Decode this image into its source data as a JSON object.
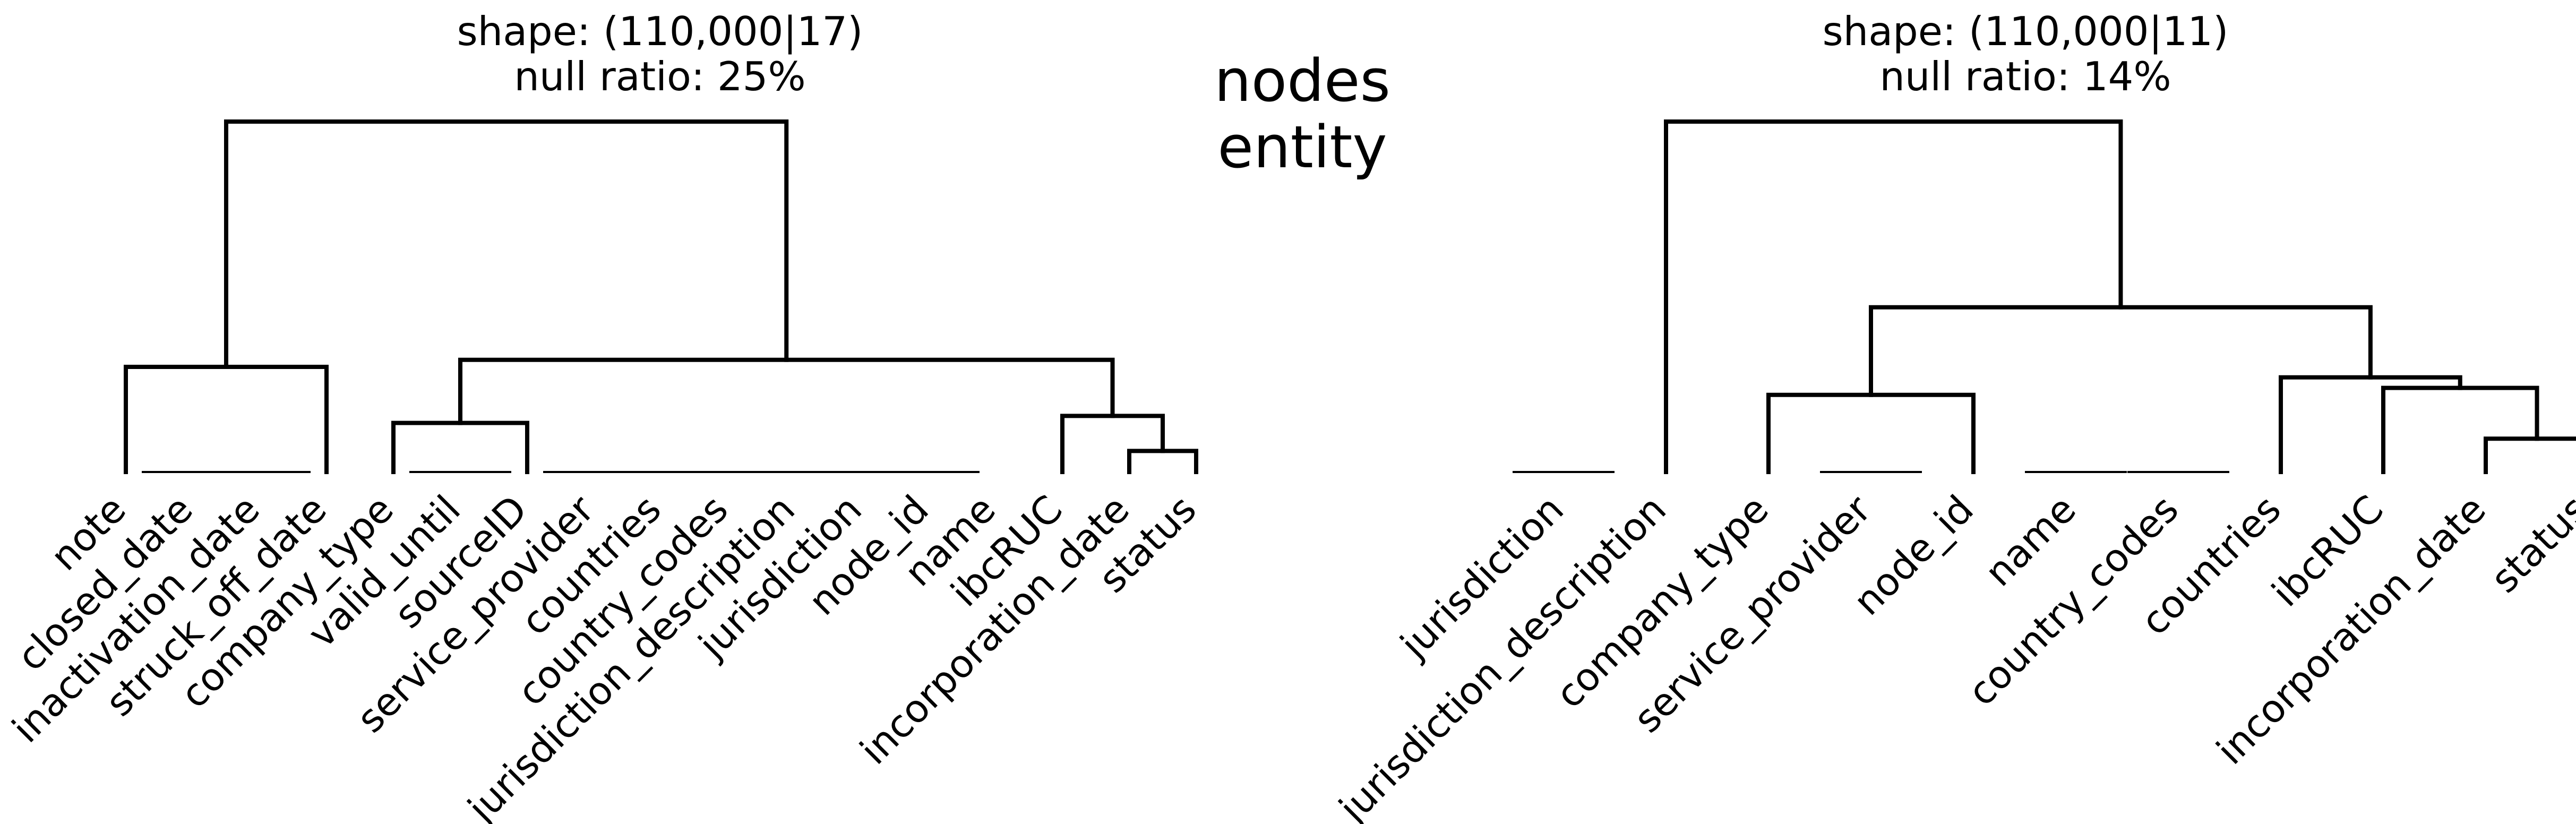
{
  "figure_title": [
    "nodes",
    "entity"
  ],
  "chart_data": [
    {
      "type": "dendrogram",
      "subtitle": [
        "shape: (110,000|17)",
        "null ratio: 25%"
      ],
      "shape": [
        110000,
        17
      ],
      "null_ratio_pct": 25,
      "leaves": [
        "note",
        "closed_date",
        "inactivation_date",
        "struck_off_date",
        "company_type",
        "valid_until",
        "sourceID",
        "service_provider",
        "countries",
        "country_codes",
        "jurisdiction_description",
        "jurisdiction",
        "node_id",
        "name",
        "ibcRUC",
        "incorporation_date",
        "status"
      ],
      "merges": [
        {
          "children": [
            "note",
            "struck_off_date"
          ],
          "height": 0.3
        },
        {
          "children": [
            "incorporation_date",
            "status"
          ],
          "height": 0.06
        },
        {
          "children": [
            "ibcRUC",
            [
              "incorporation_date",
              "status"
            ]
          ],
          "height": 0.16
        },
        {
          "children": [
            "company_type",
            "sourceID"
          ],
          "height": 0.14
        },
        {
          "children": [
            [
              "company_type",
              "sourceID"
            ],
            [
              "ibcRUC",
              "incorporation_date",
              "status"
            ]
          ],
          "height": 0.32
        },
        {
          "children": [
            [
              "note",
              "struck_off_date"
            ],
            [
              "company_type",
              "sourceID",
              "ibcRUC",
              "incorporation_date",
              "status"
            ]
          ],
          "height": 1.0
        }
      ],
      "complete_leaves": [
        "closed_date",
        "inactivation_date",
        "valid_until",
        "service_provider",
        "countries",
        "country_codes",
        "jurisdiction_description",
        "jurisdiction",
        "node_id"
      ],
      "ylim": [
        0,
        1
      ]
    },
    {
      "type": "dendrogram",
      "subtitle": [
        "shape: (110,000|11)",
        "null ratio: 14%"
      ],
      "shape": [
        110000,
        11
      ],
      "null_ratio_pct": 14,
      "leaves": [
        "jurisdiction",
        "jurisdiction_description",
        "company_type",
        "service_provider",
        "node_id",
        "name",
        "country_codes",
        "countries",
        "ibcRUC",
        "incorporation_date",
        "status"
      ],
      "merges": [
        {
          "children": [
            "incorporation_date",
            "status"
          ],
          "height": 0.095
        },
        {
          "children": [
            "ibcRUC",
            [
              "incorporation_date",
              "status"
            ]
          ],
          "height": 0.24
        },
        {
          "children": [
            "countries",
            [
              "ibcRUC",
              "incorporation_date",
              "status"
            ]
          ],
          "height": 0.27
        },
        {
          "children": [
            "company_type",
            "node_id"
          ],
          "height": 0.22
        },
        {
          "children": [
            [
              "company_type",
              "node_id"
            ],
            [
              "countries",
              "ibcRUC",
              "incorporation_date",
              "status"
            ]
          ],
          "height": 0.47
        },
        {
          "children": [
            "jurisdiction_description",
            [
              "company_type",
              "node_id",
              "countries",
              "ibcRUC",
              "incorporation_date",
              "status"
            ]
          ],
          "height": 1.0
        }
      ],
      "complete_leaves": [
        "jurisdiction",
        "service_provider",
        "name",
        "country_codes"
      ],
      "ylim": [
        0,
        1
      ]
    }
  ]
}
